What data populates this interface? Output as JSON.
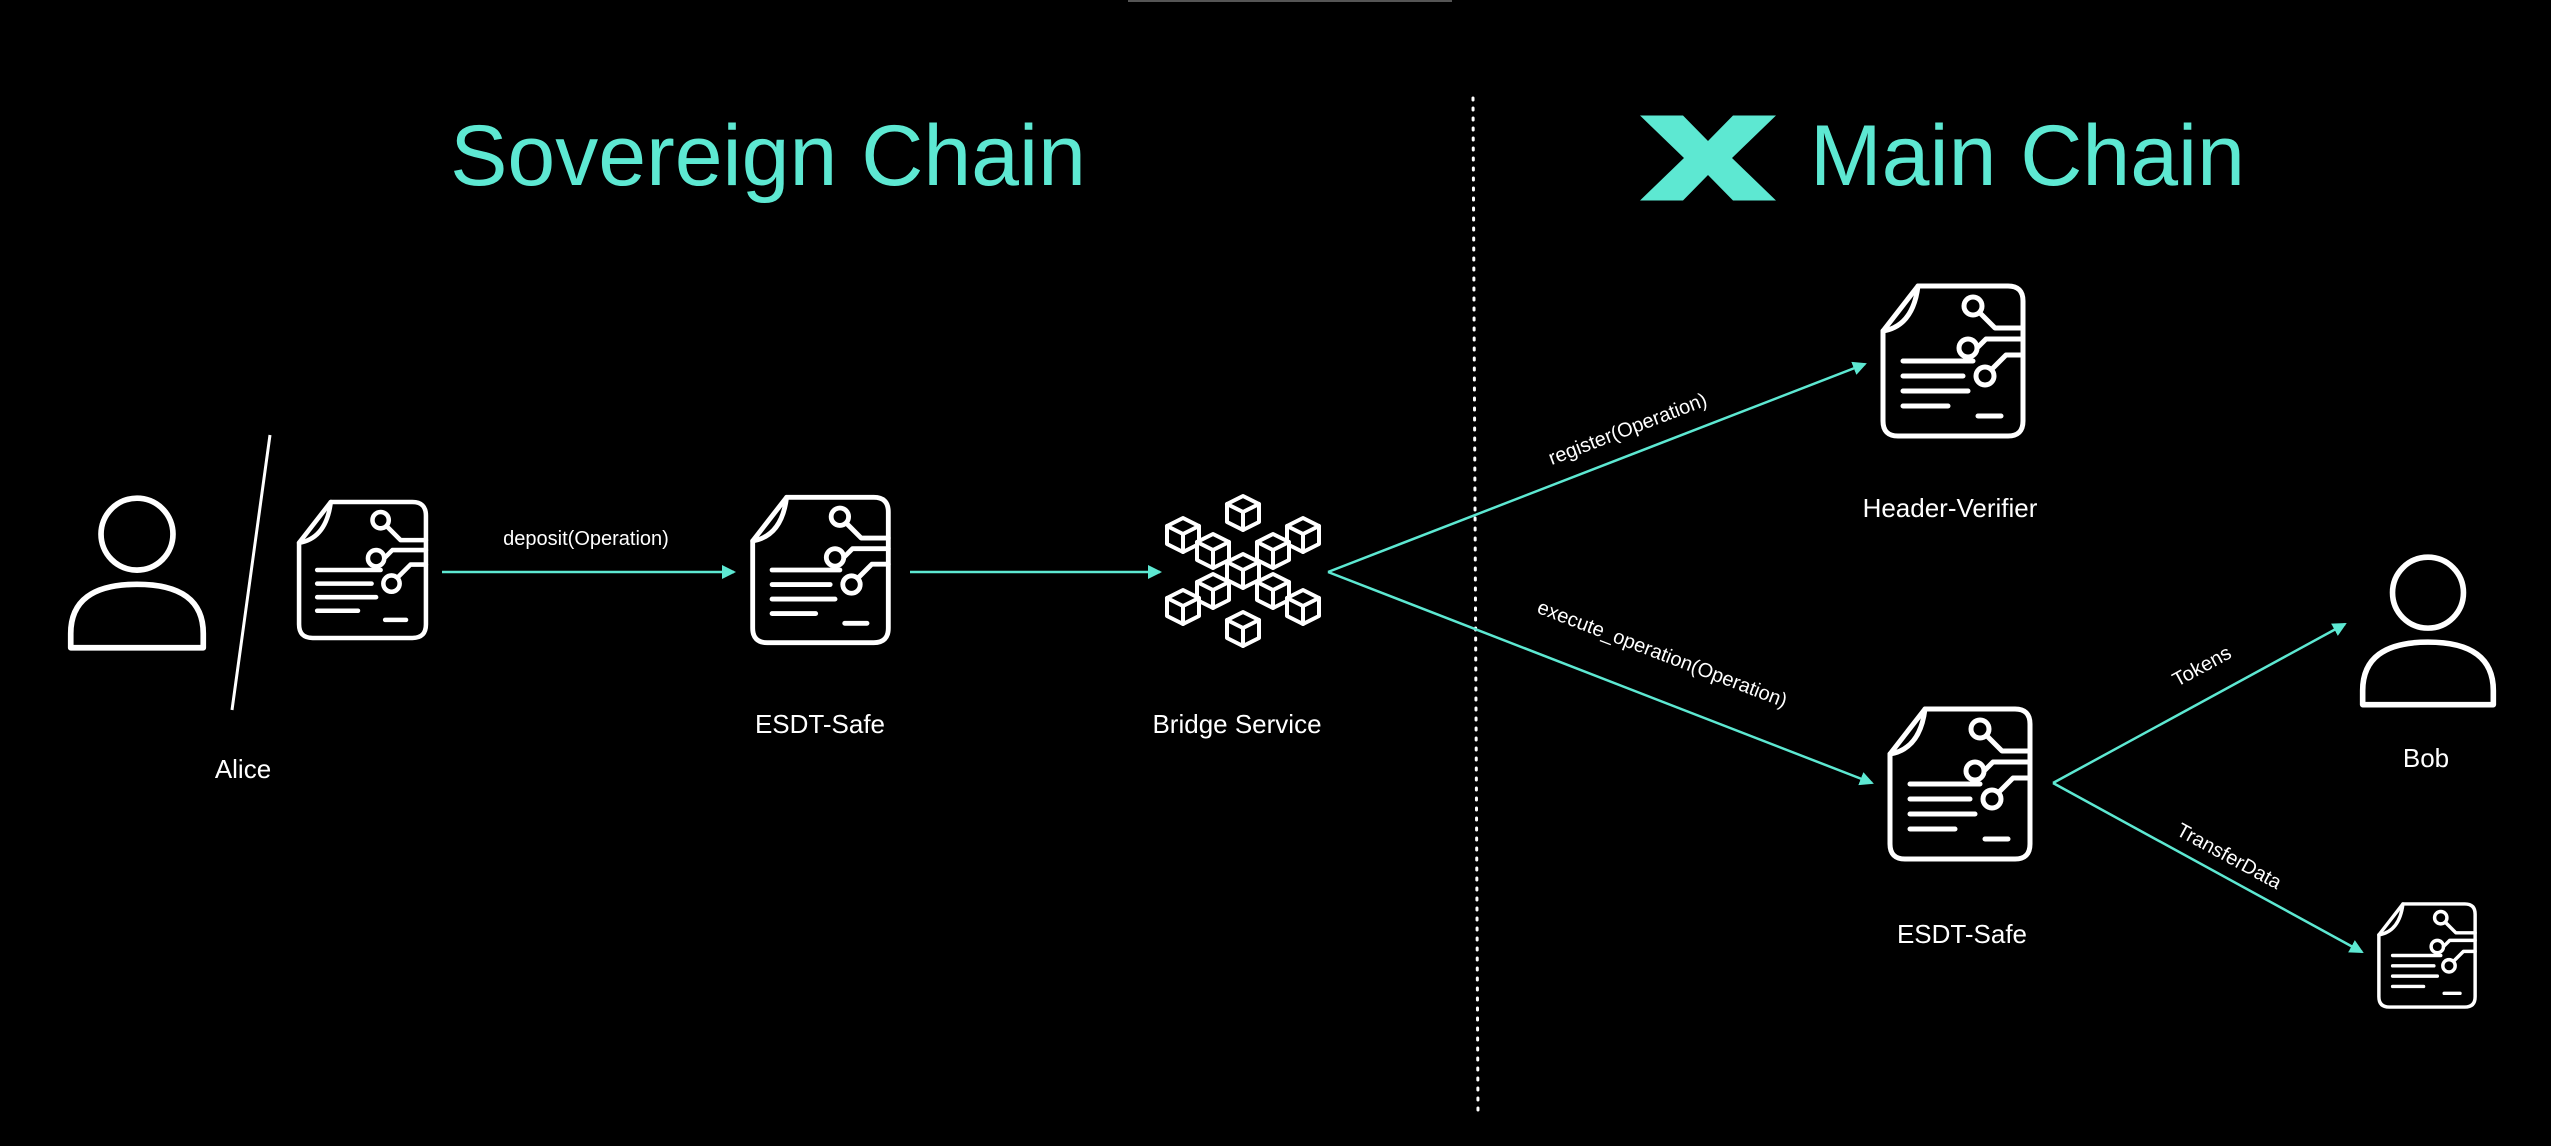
{
  "sections": {
    "left_title": "Sovereign Chain",
    "right_title": "Main Chain"
  },
  "nodes": {
    "alice": "Alice",
    "esdt_safe_sovereign": "ESDT-Safe",
    "bridge_service": "Bridge Service",
    "header_verifier": "Header-Verifier",
    "esdt_safe_main": "ESDT-Safe",
    "bob": "Bob"
  },
  "edges": {
    "deposit": "deposit(Operation)",
    "register": "register(Operation)",
    "execute": "execute_operation(Operation)",
    "tokens": "Tokens",
    "transfer_data": "TransferData"
  },
  "colors": {
    "accent": "#5de8d2",
    "foreground": "#ffffff",
    "background": "#000000"
  },
  "icons": {
    "main_chain_logo": "multiversx-x-logo",
    "contract": "smart-contract-document-icon",
    "user": "user-icon",
    "network": "blockchain-network-icon"
  }
}
